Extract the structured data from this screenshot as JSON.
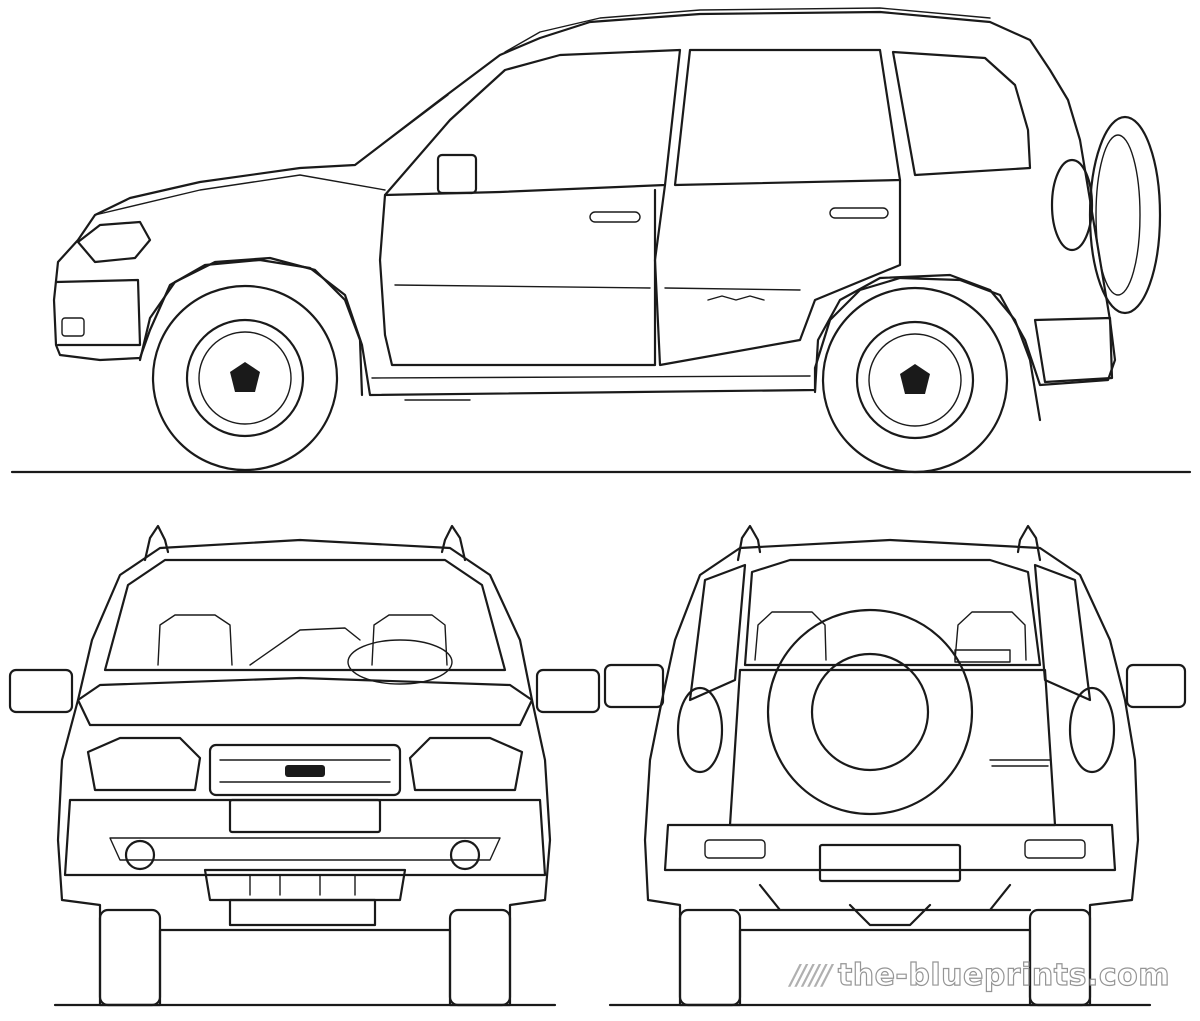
{
  "watermark": {
    "text": "the-blueprints.com"
  },
  "views": [
    {
      "id": "side",
      "icon": "suv-side-view-drawing"
    },
    {
      "id": "front",
      "icon": "suv-front-view-drawing"
    },
    {
      "id": "rear",
      "icon": "suv-rear-view-drawing"
    }
  ],
  "line_color": "#1a1a1a",
  "background_color": "#ffffff"
}
